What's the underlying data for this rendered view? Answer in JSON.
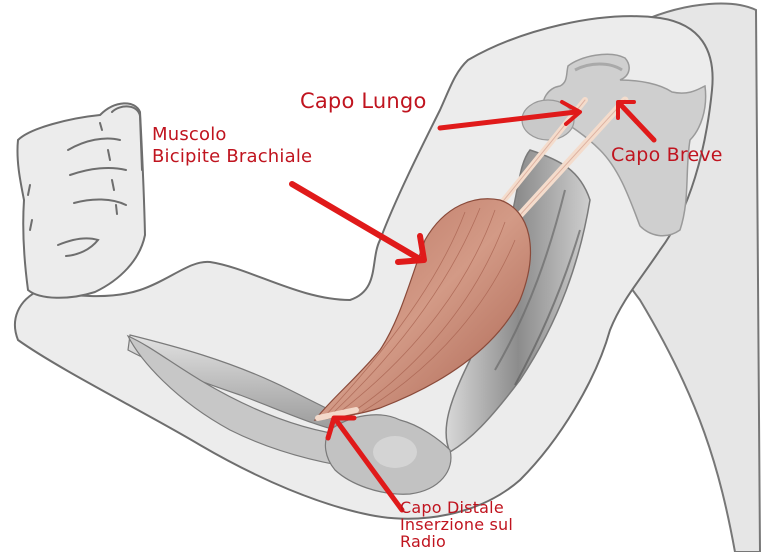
{
  "diagram": {
    "subject": "Biceps brachii muscle anatomy (flexed arm)",
    "colors": {
      "label_text": "#c0141f",
      "arrow": "#e01a1a",
      "skin_fill": "#ececec",
      "outline": "#6e6e6e",
      "muscle": "#c98a78",
      "tendon": "#f2d8c8",
      "bone": "#c4c4c4"
    },
    "labels": {
      "biceps": {
        "line1": "Muscolo",
        "line2": "Bicipite Brachiale"
      },
      "long_head": {
        "text": "Capo Lungo"
      },
      "short_head": {
        "text": "Capo Breve"
      },
      "distal_head": {
        "line1": "Capo Distale",
        "line2": "Inserzione sul",
        "line3": "Radio"
      }
    }
  }
}
